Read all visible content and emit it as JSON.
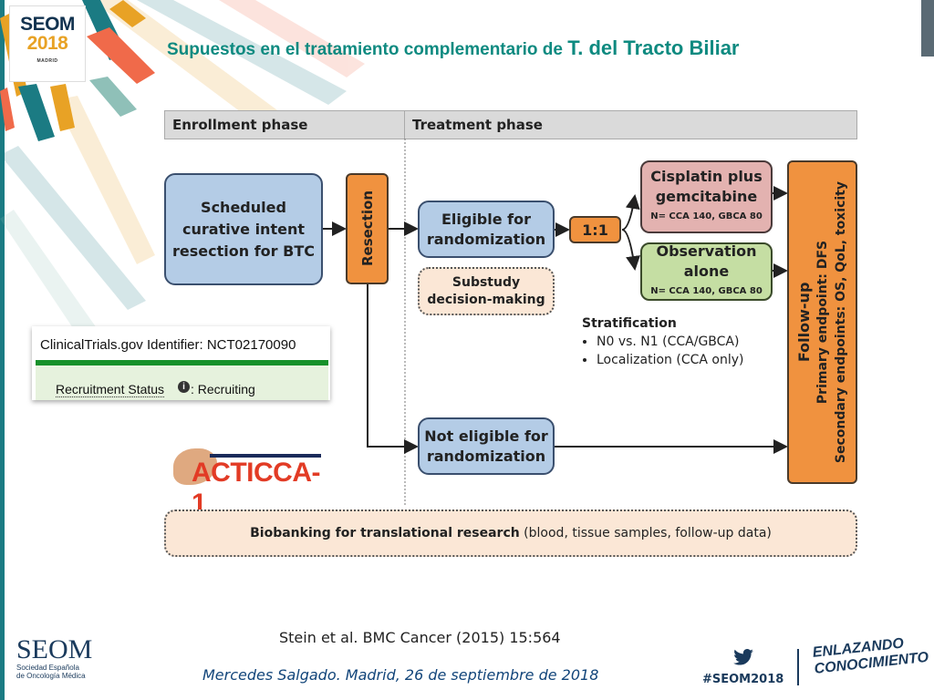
{
  "header": {
    "title_prefix": "Supuestos en el tratamiento complementario de",
    "title_emphasis": "T. del Tracto Biliar",
    "logo": {
      "line1": "SEOM",
      "line2": "2018",
      "city": "MADRID"
    }
  },
  "diagram": {
    "phases": {
      "enrollment": "Enrollment phase",
      "treatment": "Treatment phase"
    },
    "scheduled": "Scheduled curative intent resection for BTC",
    "resection": "Resection",
    "eligible": "Eligible for randomization",
    "substudy": "Substudy decision-making",
    "ratio": "1:1",
    "arm1": {
      "title": "Cisplatin plus gemcitabine",
      "n": "N= CCA 140, GBCA 80"
    },
    "arm2": {
      "title": "Observation alone",
      "n": "N= CCA 140, GBCA 80"
    },
    "stratification": {
      "title": "Stratification",
      "items": [
        "N0 vs. N1 (CCA/GBCA)",
        "Localization (CCA only)"
      ]
    },
    "not_eligible": "Not eligible for randomization",
    "followup": {
      "title": "Follow-up",
      "primary": "Primary endpoint: DFS",
      "secondary": "Secondary endpoints: OS, QoL, toxicity"
    },
    "biobank": {
      "bold": "Biobanking for translational research",
      "rest": " (blood, tissue samples, follow-up data)"
    }
  },
  "clinicaltrials": {
    "identifier": "ClinicalTrials.gov Identifier: NCT02170090",
    "status_label": "Recruitment Status",
    "status_value": ": Recruiting"
  },
  "trial_logo": "ACTICCA-1",
  "reference": "Stein et al. BMC Cancer (2015) 15:564",
  "footer": {
    "presenter": "Mercedes Salgado. Madrid, 26 de septiembre de 2018",
    "seom": "SEOM",
    "seom_sub1": "Sociedad Española",
    "seom_sub2": "de Oncología Médica",
    "hashtag": "#SEOM2018",
    "enlazando1": "ENLAZANDO",
    "enlazando2": "CONOCIMIENTO"
  },
  "colors": {
    "title": "#0e8a80",
    "footer": "#12457a",
    "brand_navy": "#1a3a5c",
    "brand_orange": "#e8a225"
  }
}
